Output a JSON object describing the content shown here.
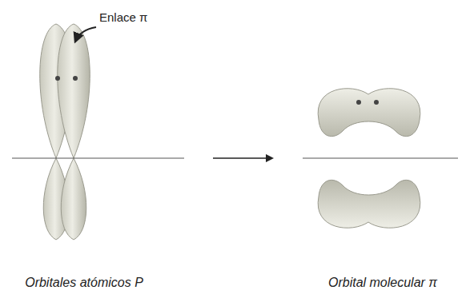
{
  "diagram": {
    "labels": [
      "Enlace π",
      "Orbitales atómicos P",
      "Orbital molecular π"
    ]
  }
}
